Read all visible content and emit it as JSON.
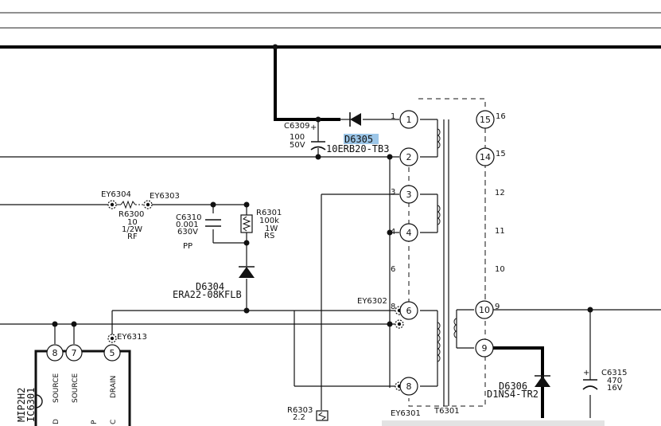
{
  "components": {
    "d6305": {
      "ref": "D6305",
      "part": "10ERB20-TB3"
    },
    "c6309": {
      "ref": "C6309",
      "plus": "+",
      "value": "100",
      "voltage": "50V"
    },
    "ey6304": "EY6304",
    "ey6303": "EY6303",
    "r6300": {
      "ref": "R6300",
      "value": "10",
      "watt": "1/2W",
      "type": "RF"
    },
    "c6310": {
      "ref": "C6310",
      "value": "0.001",
      "voltage": "630V",
      "type": "PP"
    },
    "r6301": {
      "ref": "R6301",
      "value": "100k",
      "watt": "1W",
      "type": "RS"
    },
    "d6304": {
      "ref": "D6304",
      "part": "ERA22-08KFLB"
    },
    "ey6302": "EY6302",
    "ey6313": "EY6313",
    "ey6301": "EY6301",
    "t6301": "T6301",
    "r6303": {
      "ref": "R6303",
      "value": "2.2"
    },
    "d6306": {
      "ref": "D6306",
      "part": "D1NS4-TR2"
    },
    "c6315": {
      "ref": "C6315",
      "plus": "+",
      "value": "470",
      "voltage": "16V"
    },
    "ic6301": {
      "ref": "IC6301",
      "part": "MIP2H2"
    }
  },
  "ic_pins": [
    {
      "num": "8",
      "label": "SOURCE"
    },
    {
      "num": "7",
      "label": "SOURCE"
    },
    {
      "num": "5",
      "label": "DRAIN"
    }
  ],
  "ic_clipped": [
    "D",
    "P",
    "C"
  ],
  "transformer_pins": [
    "1",
    "2",
    "3",
    "4",
    "6",
    "8",
    "9",
    "10",
    "14",
    "15"
  ],
  "side_numbers": {
    "p1": "1",
    "p3": "3",
    "p4": "4",
    "p6": "6",
    "p8": "8",
    "p9": "9",
    "p16": "16",
    "p15": "15",
    "p12": "12",
    "p11": "11",
    "p10": "10"
  }
}
